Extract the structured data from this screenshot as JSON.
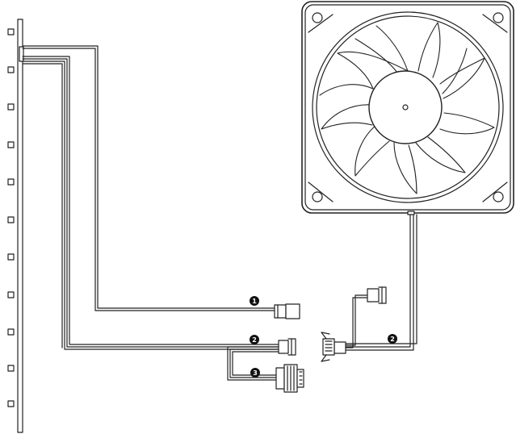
{
  "callouts": [
    {
      "id": "marker-1",
      "label": "1"
    },
    {
      "id": "marker-2a",
      "label": "2"
    },
    {
      "id": "marker-2b",
      "label": "2"
    },
    {
      "id": "marker-3",
      "label": "3"
    }
  ],
  "colors": {
    "line": "#222222",
    "background": "#ffffff"
  },
  "icons": [
    "led-strip",
    "cooling-fan",
    "fan-connector",
    "sata-power-connector"
  ]
}
